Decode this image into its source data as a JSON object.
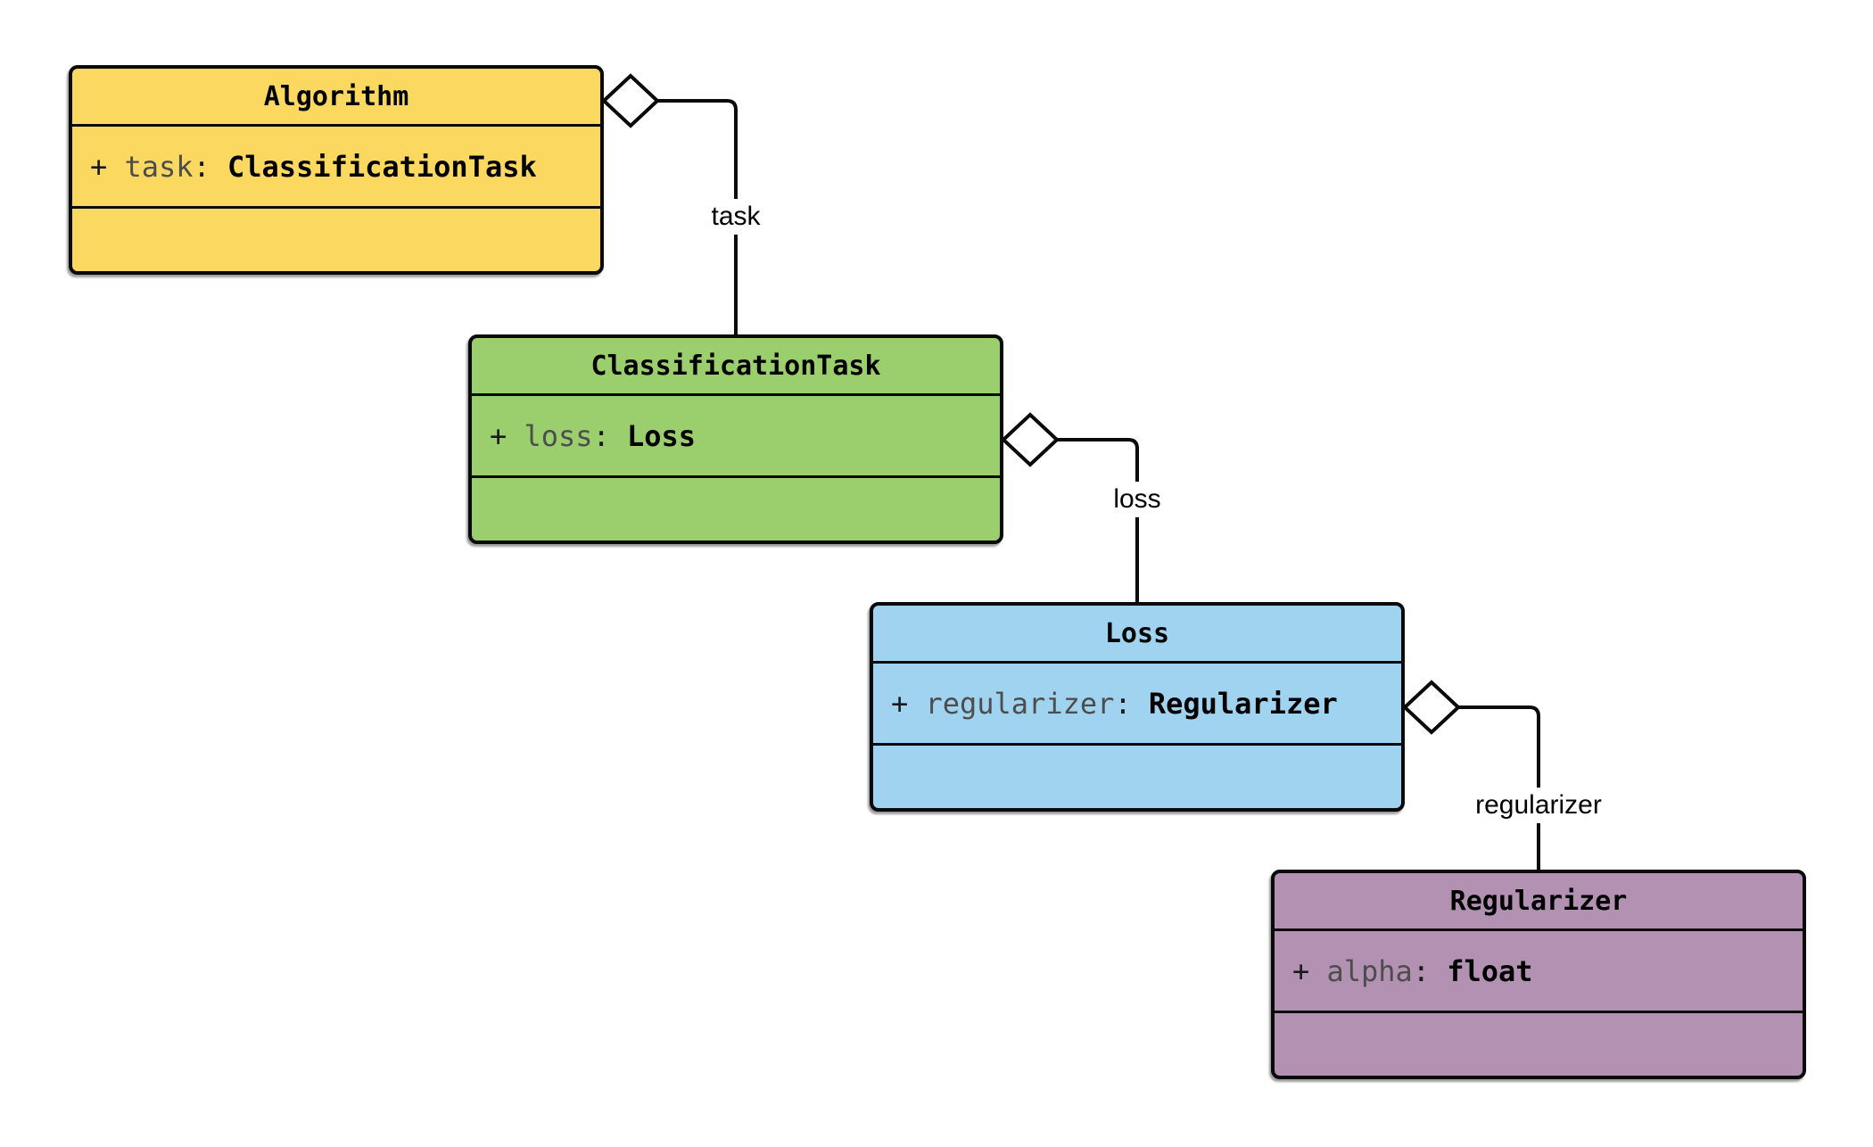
{
  "classes": [
    {
      "name": "Algorithm",
      "fill": "#fbd85f",
      "attribute": {
        "visibility": "+",
        "name": "task",
        "separator": ":",
        "type": "ClassificationTask"
      }
    },
    {
      "name": "ClassificationTask",
      "fill": "#9bce6c",
      "attribute": {
        "visibility": "+",
        "name": "loss",
        "separator": ":",
        "type": "Loss"
      }
    },
    {
      "name": "Loss",
      "fill": "#9fd3f0",
      "attribute": {
        "visibility": "+",
        "name": "regularizer",
        "separator": ":",
        "type": "Regularizer"
      }
    },
    {
      "name": "Regularizer",
      "fill": "#b291b3",
      "attribute": {
        "visibility": "+",
        "name": "alpha",
        "separator": ":",
        "type": "float"
      }
    }
  ],
  "edges": [
    {
      "label": "task",
      "from": "Algorithm",
      "to": "ClassificationTask",
      "kind": "aggregation"
    },
    {
      "label": "loss",
      "from": "ClassificationTask",
      "to": "Loss",
      "kind": "aggregation"
    },
    {
      "label": "regularizer",
      "from": "Loss",
      "to": "Regularizer",
      "kind": "aggregation"
    }
  ],
  "colors": {
    "background": "#ffffff",
    "stroke": "#0a0a0a",
    "title_text": "#000000",
    "attribute_name_text": "#4d4d4d",
    "attribute_punct_text": "#1a1a1a",
    "attribute_type_text": "#000000",
    "edge_label_text": "#000000"
  }
}
